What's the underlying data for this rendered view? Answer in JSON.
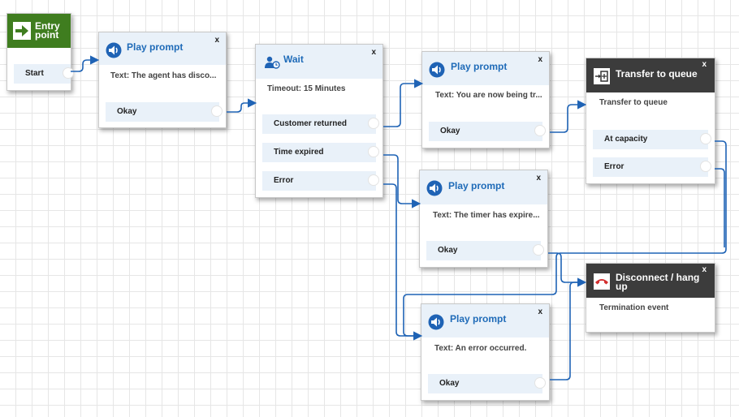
{
  "blocks": {
    "entry": {
      "title": "Entry point",
      "start_label": "Start"
    },
    "prompt_agent": {
      "title": "Play prompt",
      "text": "Text: The agent has disco...",
      "okay_label": "Okay",
      "close": "x"
    },
    "wait": {
      "title": "Wait",
      "timeout": "Timeout: 15 Minutes",
      "customer_returned": "Customer returned",
      "time_expired": "Time expired",
      "error": "Error",
      "close": "x"
    },
    "prompt_transfer": {
      "title": "Play prompt",
      "text": "Text: You are now being tr...",
      "okay_label": "Okay",
      "close": "x"
    },
    "transfer_queue": {
      "title": "Transfer to queue",
      "desc": "Transfer to queue",
      "at_capacity": "At capacity",
      "error": "Error",
      "close": "x"
    },
    "prompt_timer": {
      "title": "Play prompt",
      "text": "Text: The timer has expire...",
      "okay_label": "Okay",
      "close": "x"
    },
    "disconnect": {
      "title": "Disconnect / hang up",
      "desc": "Termination event",
      "close": "x"
    },
    "prompt_error": {
      "title": "Play prompt",
      "text": "Text: An error occurred.",
      "okay_label": "Okay",
      "close": "x"
    }
  },
  "colors": {
    "connector": "#1f63b5",
    "entry_header": "#3f7d1f",
    "dark_header": "#3c3c3c",
    "title_blue": "#1f6bb8",
    "branch_bg": "#e9f1f9",
    "phone_red": "#d32f2f"
  },
  "icons": {
    "entry": "arrow-right-icon",
    "prompt": "speaker-icon",
    "wait": "person-clock-icon",
    "transfer": "transfer-queue-icon",
    "disconnect": "phone-hangup-icon"
  }
}
